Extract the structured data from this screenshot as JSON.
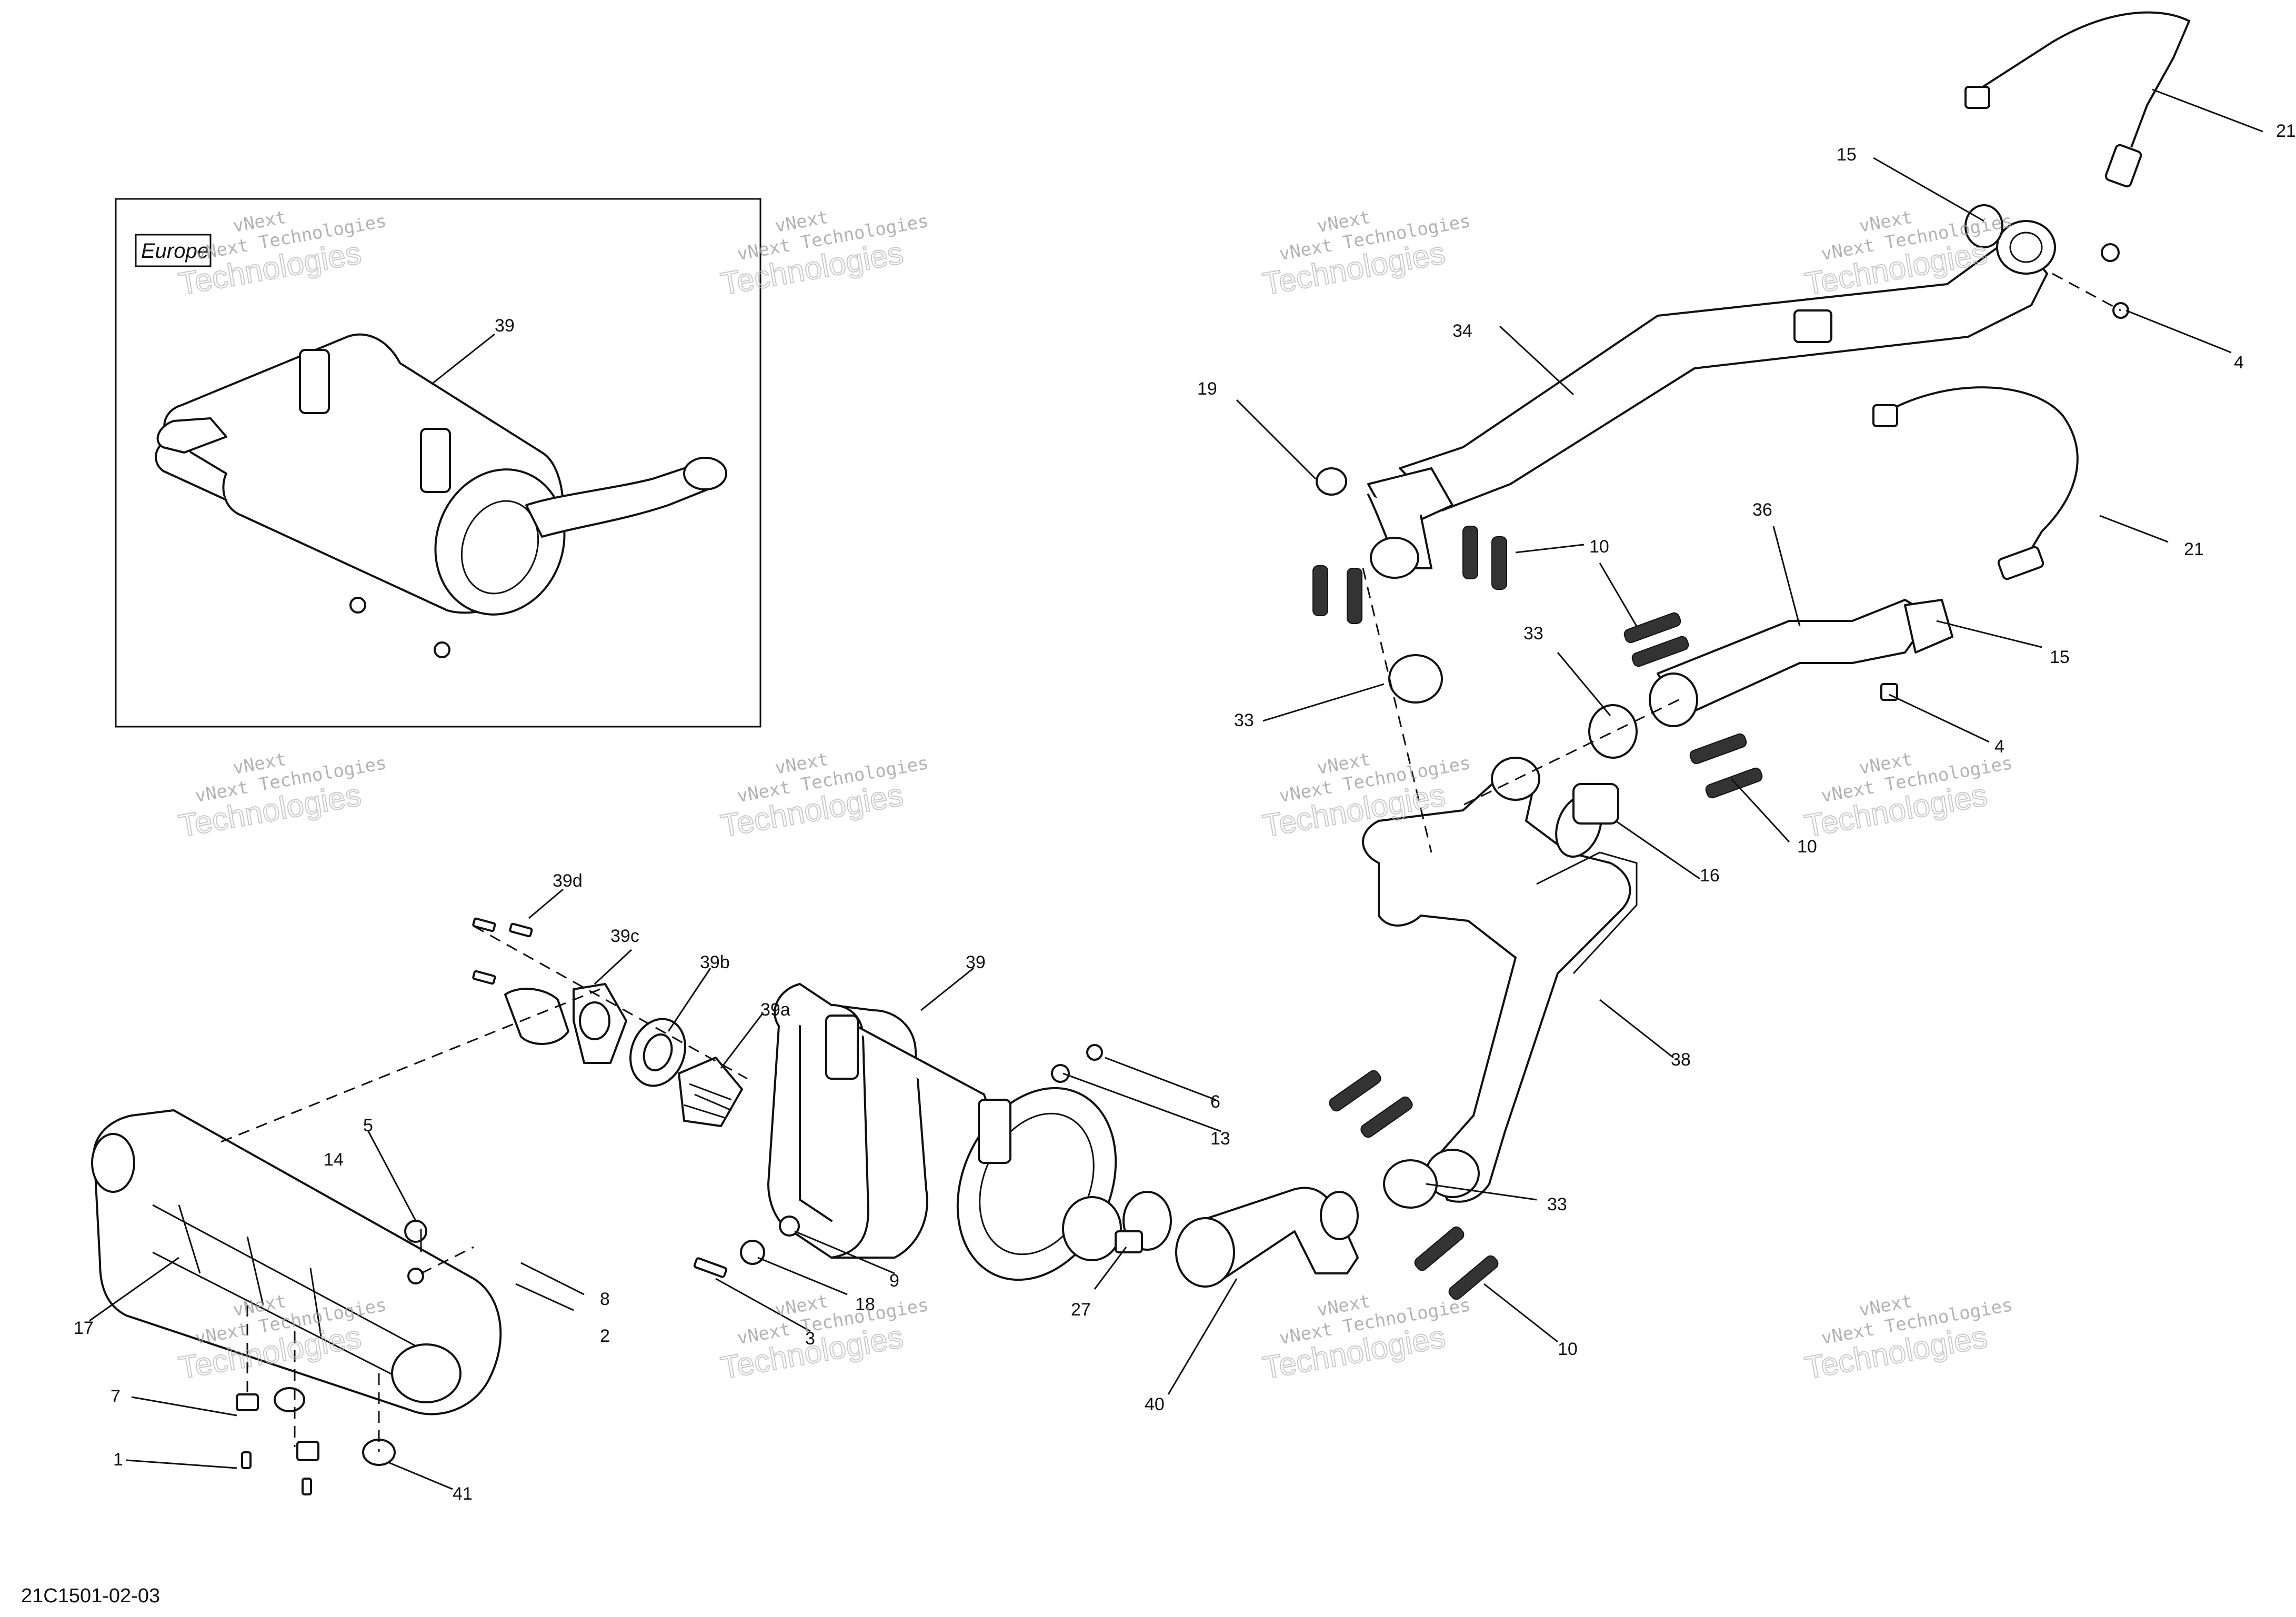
{
  "diagram": {
    "reference_code": "21C1501-02-03",
    "inset_label": "Europe",
    "watermark": {
      "line1": "vNext Technologies",
      "line2": "Technologies",
      "accent": "vNext"
    },
    "callouts": [
      "39",
      "39d",
      "39c",
      "39b",
      "39a",
      "39",
      "5",
      "14",
      "17",
      "7",
      "1",
      "41",
      "2",
      "8",
      "3",
      "18",
      "9",
      "6",
      "13",
      "27",
      "40",
      "34",
      "19",
      "10",
      "33",
      "33",
      "36",
      "15",
      "4",
      "21",
      "15",
      "21",
      "4",
      "16",
      "10",
      "38",
      "33",
      "10"
    ]
  }
}
